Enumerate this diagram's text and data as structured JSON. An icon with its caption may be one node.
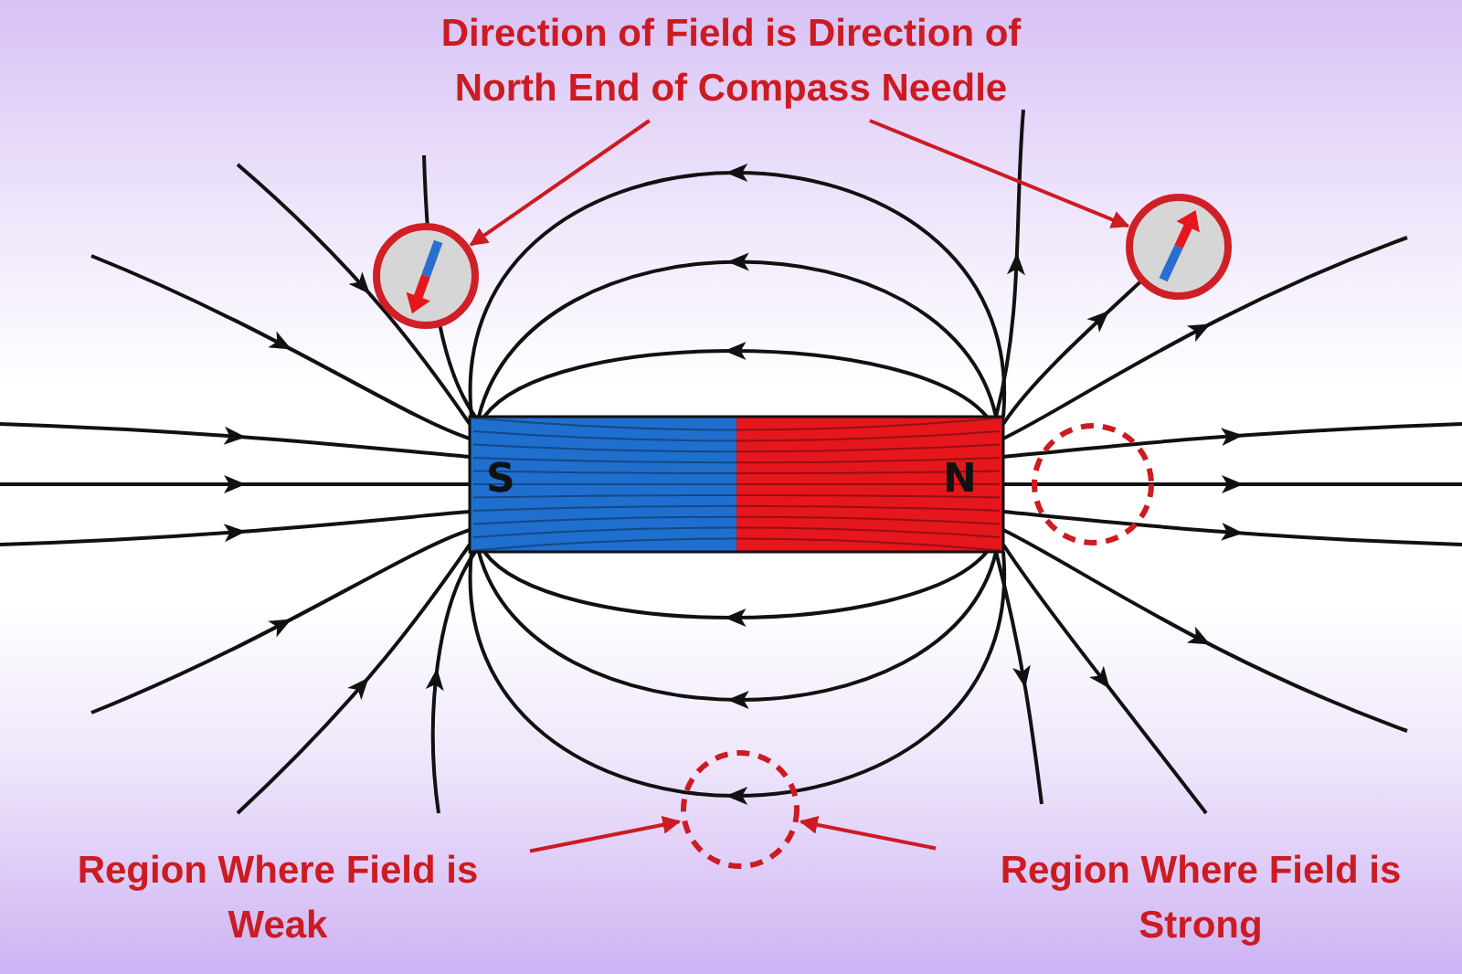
{
  "diagram": {
    "nodes": [
      {
        "text": [
          "Direction of Field is Direction of North End of Compass Needle"
        ]
      },
      {
        "text": [],
        "shape": "picture"
      },
      {
        "text": [],
        "shape": "picture"
      },
      {
        "text": [
          "Region Where Field is Weak"
        ]
      },
      {
        "text": [],
        "shape": "circle"
      },
      {
        "text": [
          "Region Where Field is Strong"
        ]
      },
      {
        "text": [],
        "shape": "circle"
      }
    ],
    "edges": [
      {
        "from": 0,
        "to": 1,
        "arrow": "to"
      },
      {
        "from": 0,
        "to": 2,
        "arrow": "to"
      },
      {
        "from": 3,
        "to": 4,
        "arrow": "to"
      },
      {
        "from": 5,
        "to": 4,
        "arrow": "to"
      }
    ],
    "labels": [
      "S",
      "N"
    ]
  }
}
